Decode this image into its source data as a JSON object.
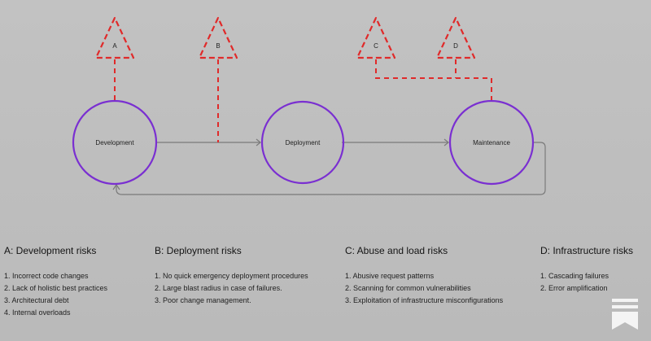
{
  "diagram": {
    "nodes": [
      "Development",
      "Deployment",
      "Maintenance"
    ],
    "risk_markers": [
      "A",
      "B",
      "C",
      "D"
    ],
    "colors": {
      "background": "#bdbdbd",
      "circle_stroke": "#7a2fd1",
      "risk_dashes": "#e02a2a",
      "arrow": "#7a7a7a"
    }
  },
  "risks": [
    {
      "title": "A: Development risks",
      "items": [
        "1. Incorrect code changes",
        "2. Lack of holistic best practices",
        "3. Architectural debt",
        "4. Internal overloads"
      ]
    },
    {
      "title": "B: Deployment risks",
      "items": [
        "1. No quick emergency deployment procedures",
        "2. Large blast radius in case of failures.",
        "3. Poor change management."
      ]
    },
    {
      "title": "C: Abuse and load risks",
      "items": [
        "1. Abusive request patterns",
        "2. Scanning for common vulnerabilities",
        "3. Exploitation of infrastructure misconfigurations"
      ]
    },
    {
      "title": "D: Infrastructure risks",
      "items": [
        "1. Cascading failures",
        "2. Error amplification"
      ]
    }
  ],
  "logo_icon": "bookmark-stack-icon"
}
